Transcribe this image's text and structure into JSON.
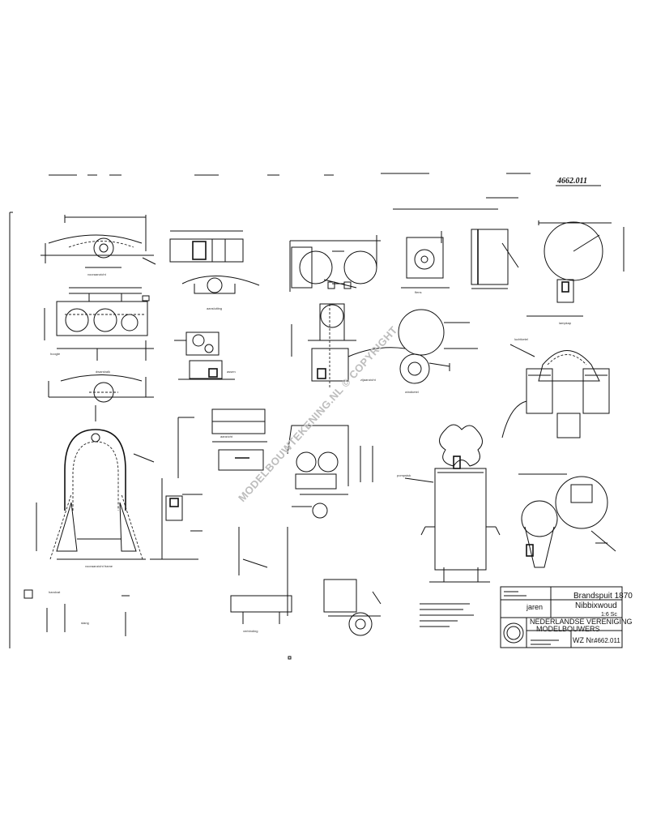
{
  "sheet": {
    "drawing_number_handwritten": "4662.011",
    "watermark": "MODELBOUWTEKENING.NL © COPYRIGHT"
  },
  "title_block": {
    "title_line1": "Brandspuit 1870",
    "title_line2": "Nibbixwoud",
    "scale": "1:6 Sc",
    "author_label": "jaren",
    "organization_line1": "NEDERLANDSE VERENIGING",
    "organization_line2": "MODELBOUWERS",
    "drawing_no_label": "WZ Nr.",
    "drawing_no": "4662.011"
  }
}
